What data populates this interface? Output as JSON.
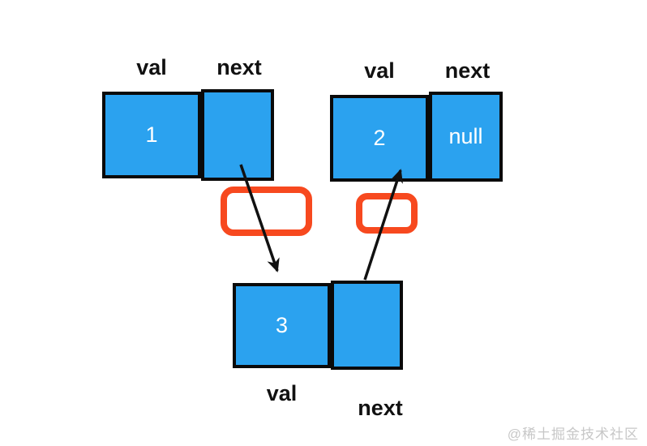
{
  "diagram": {
    "nodes": [
      {
        "name": "node-1",
        "field_labels": {
          "val": "val",
          "next": "next"
        },
        "values": {
          "val": "1",
          "next": ""
        }
      },
      {
        "name": "node-2",
        "field_labels": {
          "val": "val",
          "next": "next"
        },
        "values": {
          "val": "2",
          "next": "null"
        }
      },
      {
        "name": "node-3",
        "field_labels": {
          "val": "val",
          "next": "next"
        },
        "values": {
          "val": "3",
          "next": ""
        }
      }
    ],
    "arrows": [
      {
        "from": "node-1.next",
        "to": "node-3.val"
      },
      {
        "from": "node-3.next",
        "to": "node-2.val"
      }
    ],
    "colors": {
      "node_fill": "#2BA2EF",
      "node_border": "#0A0A0A",
      "highlight": "#F7491F",
      "arrow": "#111111",
      "value_text": "#FFFFFF",
      "label_text": "#111111",
      "watermark": "#C7C7C7"
    }
  },
  "watermark": {
    "text": "@稀土掘金技术社区"
  }
}
